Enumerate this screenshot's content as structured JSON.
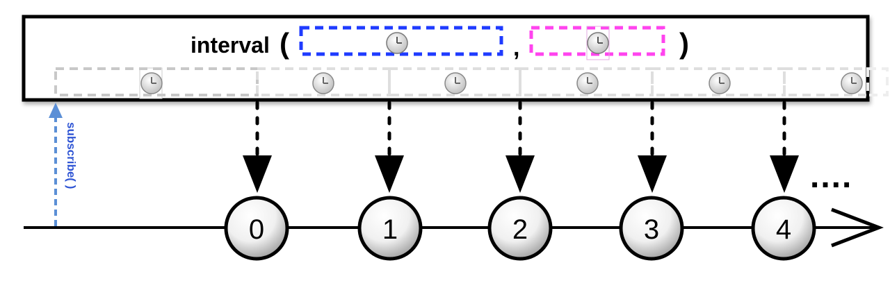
{
  "operator": {
    "name": "interval",
    "open_paren": "(",
    "comma": ",",
    "close_paren": ")"
  },
  "subscribe_label": "subscribe( )",
  "continuation": "....",
  "emissions": [
    {
      "label": "0"
    },
    {
      "label": "1"
    },
    {
      "label": "2"
    },
    {
      "label": "3"
    },
    {
      "label": "4"
    }
  ],
  "colors": {
    "initial_delay_box": "#1f3bff",
    "period_box": "#ff44ee",
    "subscribe": "#5b8fd6",
    "timeline": "#000000"
  },
  "icons": {
    "timer": "clock-icon"
  }
}
